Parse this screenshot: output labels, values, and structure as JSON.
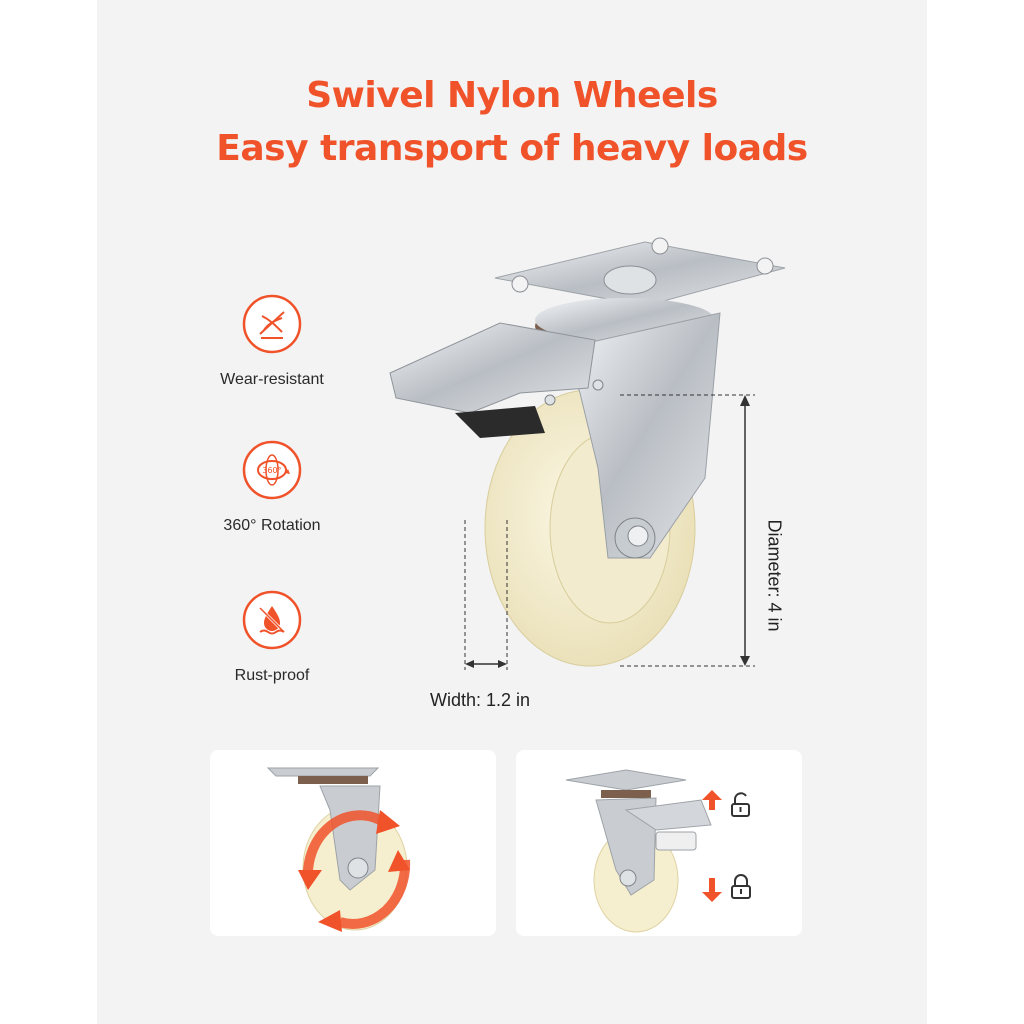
{
  "headline": {
    "line1": "Swivel Nylon Wheels",
    "line2": "Easy transport of heavy loads"
  },
  "features": [
    {
      "label": "Wear-resistant",
      "icon": "wear-resistant-icon"
    },
    {
      "label": "360° Rotation",
      "icon": "rotation-360-icon",
      "badge": "360°"
    },
    {
      "label": "Rust-proof",
      "icon": "rust-proof-icon"
    }
  ],
  "dimensions": {
    "diameter": "Diameter: 4 in",
    "width": "Width: 1.2 in"
  },
  "bottom_cards": {
    "left_icon": "rotation-arrows-icon",
    "right_top_icon": "unlocked-padlock-icon",
    "right_bottom_icon": "locked-padlock-icon"
  },
  "colors": {
    "accent": "#f0522a",
    "panel": "#f3f3f3",
    "wheel": "#f6efcf",
    "steel": "#c9cdd2"
  }
}
